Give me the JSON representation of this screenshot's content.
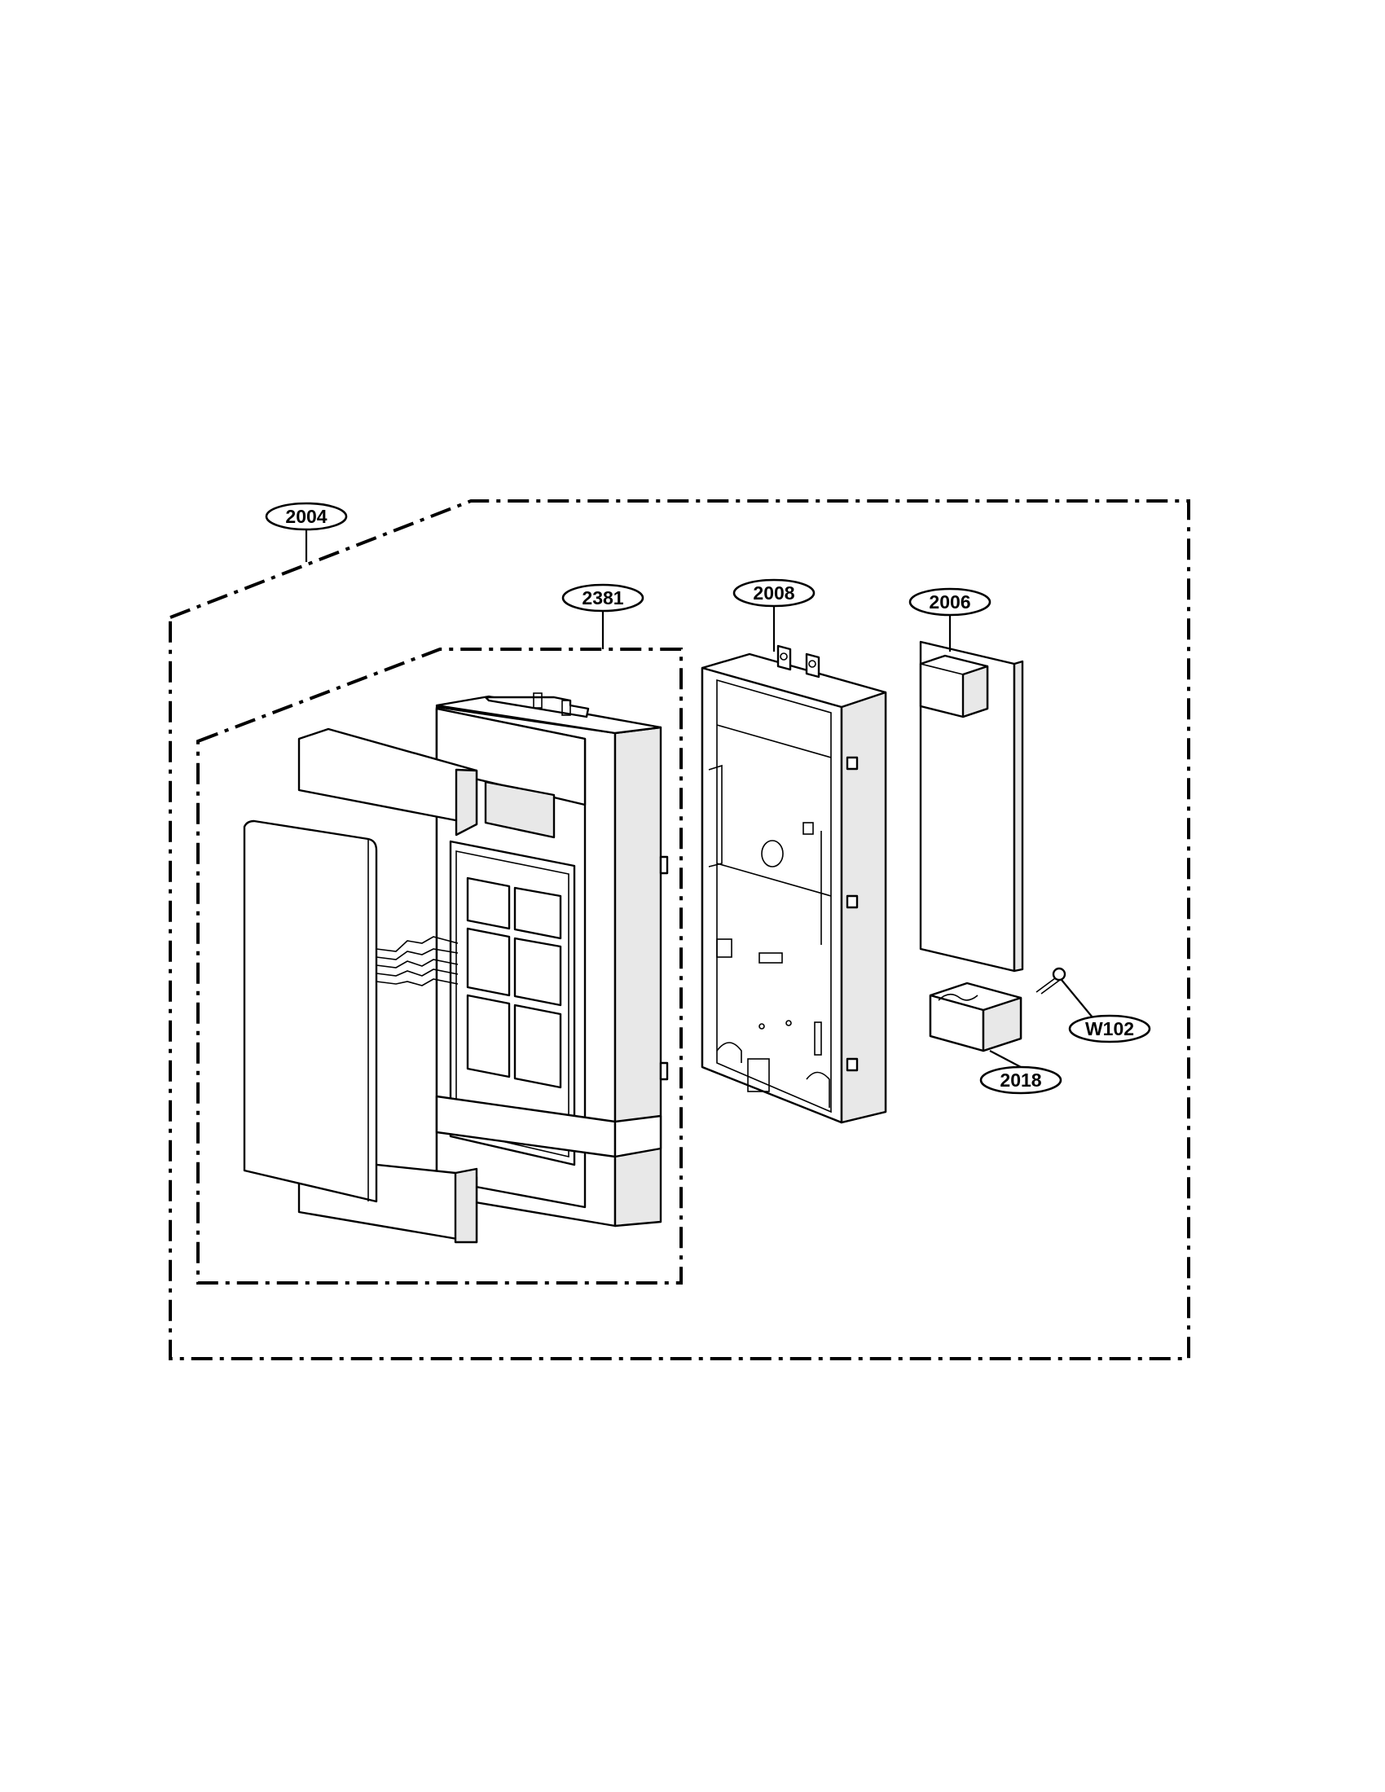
{
  "diagram": {
    "callouts": [
      {
        "id": "c2004",
        "label": "2004"
      },
      {
        "id": "c2381",
        "label": "2381"
      },
      {
        "id": "c2008",
        "label": "2008"
      },
      {
        "id": "c2006",
        "label": "2006"
      },
      {
        "id": "cW102",
        "label": "W102"
      },
      {
        "id": "c2018",
        "label": "2018"
      }
    ]
  }
}
